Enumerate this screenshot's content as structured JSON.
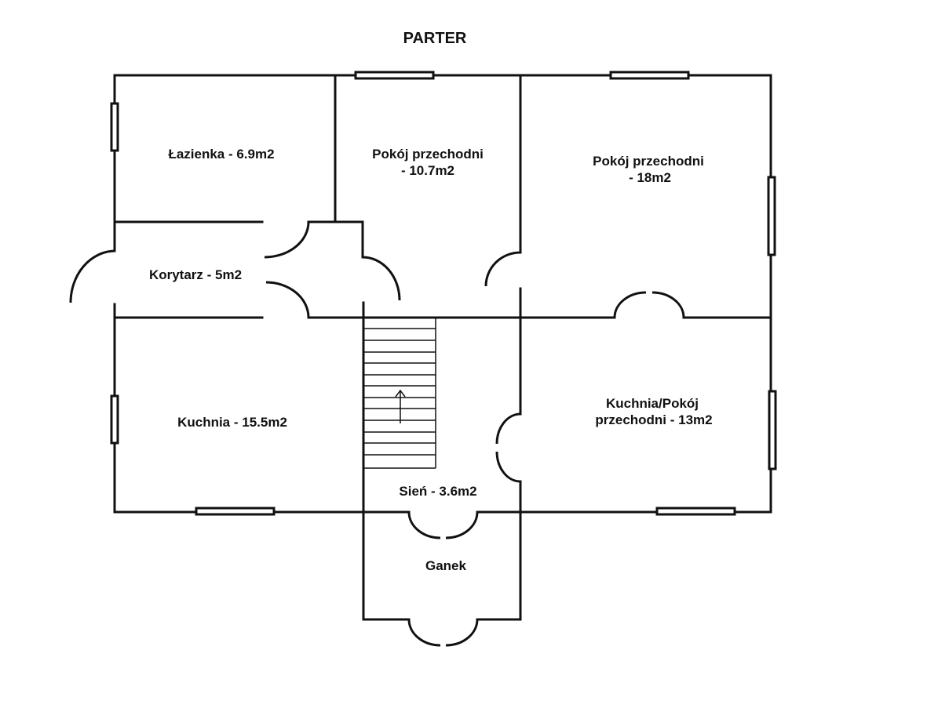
{
  "plan": {
    "title": "PARTER",
    "rooms": {
      "lazienka": "Łazienka - 6.9m2",
      "pokoj1_l1": "Pokój przechodni",
      "pokoj1_l2": "- 10.7m2",
      "pokoj2_l1": "Pokój przechodni",
      "pokoj2_l2": "- 18m2",
      "korytarz": "Korytarz - 5m2",
      "kuchnia": "Kuchnia - 15.5m2",
      "kuchnia_pokoj_l1": "Kuchnia/Pokój",
      "kuchnia_pokoj_l2": "przechodni - 13m2",
      "sien": "Sień - 3.6m2",
      "ganek": "Ganek"
    }
  }
}
